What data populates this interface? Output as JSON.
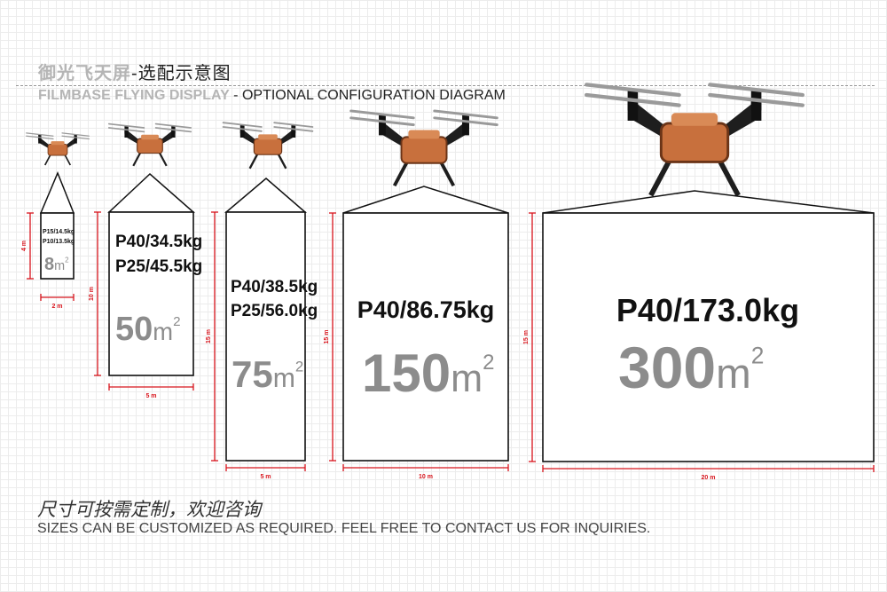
{
  "header": {
    "title_cn_brand": "御光飞天屏",
    "title_cn_rest": "-选配示意图",
    "title_en_brand": "FILMBASE FLYING DISPLAY",
    "title_en_rest": " - OPTIONAL CONFIGURATION DIAGRAM"
  },
  "screens": [
    {
      "id": "s1",
      "lines": [
        "P15/14.5kg",
        "P10/13.5kg"
      ],
      "area": "8",
      "unit": "m",
      "sup": "2",
      "height_label": "4 m",
      "width_label": "2 m"
    },
    {
      "id": "s2",
      "lines": [
        "P40/34.5kg",
        "P25/45.5kg"
      ],
      "area": "50",
      "unit": "m",
      "sup": "2",
      "height_label": "10 m",
      "width_label": "5 m"
    },
    {
      "id": "s3",
      "lines": [
        "P40/38.5kg",
        "P25/56.0kg"
      ],
      "area": "75",
      "unit": "m",
      "sup": "2",
      "height_label": "15 m",
      "width_label": "5 m"
    },
    {
      "id": "s4",
      "lines": [
        "P40/86.75kg"
      ],
      "area": "150",
      "unit": "m",
      "sup": "2",
      "height_label": "15 m",
      "width_label": "10 m"
    },
    {
      "id": "s5",
      "lines": [
        "P40/173.0kg"
      ],
      "area": "300",
      "unit": "m",
      "sup": "2",
      "height_label": "15 m",
      "width_label": "20 m"
    }
  ],
  "footer": {
    "cn": "尺寸可按需定制，欢迎咨询",
    "en": "SIZES CAN BE CUSTOMIZED AS REQUIRED. FEEL FREE TO CONTACT US FOR INQUIRIES."
  },
  "colors": {
    "dimension": "#d8141c",
    "drone_body": "#c8703d",
    "spec_text": "#111111",
    "area_text": "#8c8c8c"
  }
}
